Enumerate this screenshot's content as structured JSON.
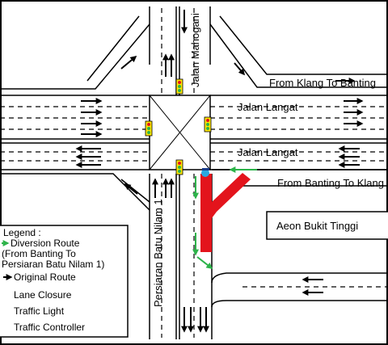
{
  "roads": {
    "north_road": "Jalan Mahogani",
    "west_road_top": "Jalan Langat",
    "west_road_bottom": "Jalan Langat",
    "south_road": "Persiaran Batu Nilam 1"
  },
  "directions": {
    "top_right": "From Klang To Banting",
    "mid_right": "From Banting To Klang"
  },
  "landmark": "Aeon Bukit Tinggi",
  "legend": {
    "title": "Legend :",
    "items": [
      {
        "text": "Diversion Route (From Banting To Persiaran Batu Nilam 1)",
        "line1": "Diversion Route",
        "line2": "(From Banting To",
        "line3": "Persiaran Batu Nilam 1)",
        "icon": "green-arrow-icon"
      },
      {
        "text": "Original Route",
        "icon": "black-arrow-icon"
      },
      {
        "text": "Lane Closure",
        "icon": "red-bar-icon"
      },
      {
        "text": "Traffic Light",
        "icon": "traffic-light-icon"
      },
      {
        "text": "Traffic Controller",
        "icon": "traffic-controller-icon"
      }
    ]
  },
  "colors": {
    "diversion": "#2db34a",
    "closure": "#e3141c",
    "original": "#000000",
    "road_line": "#000000"
  }
}
